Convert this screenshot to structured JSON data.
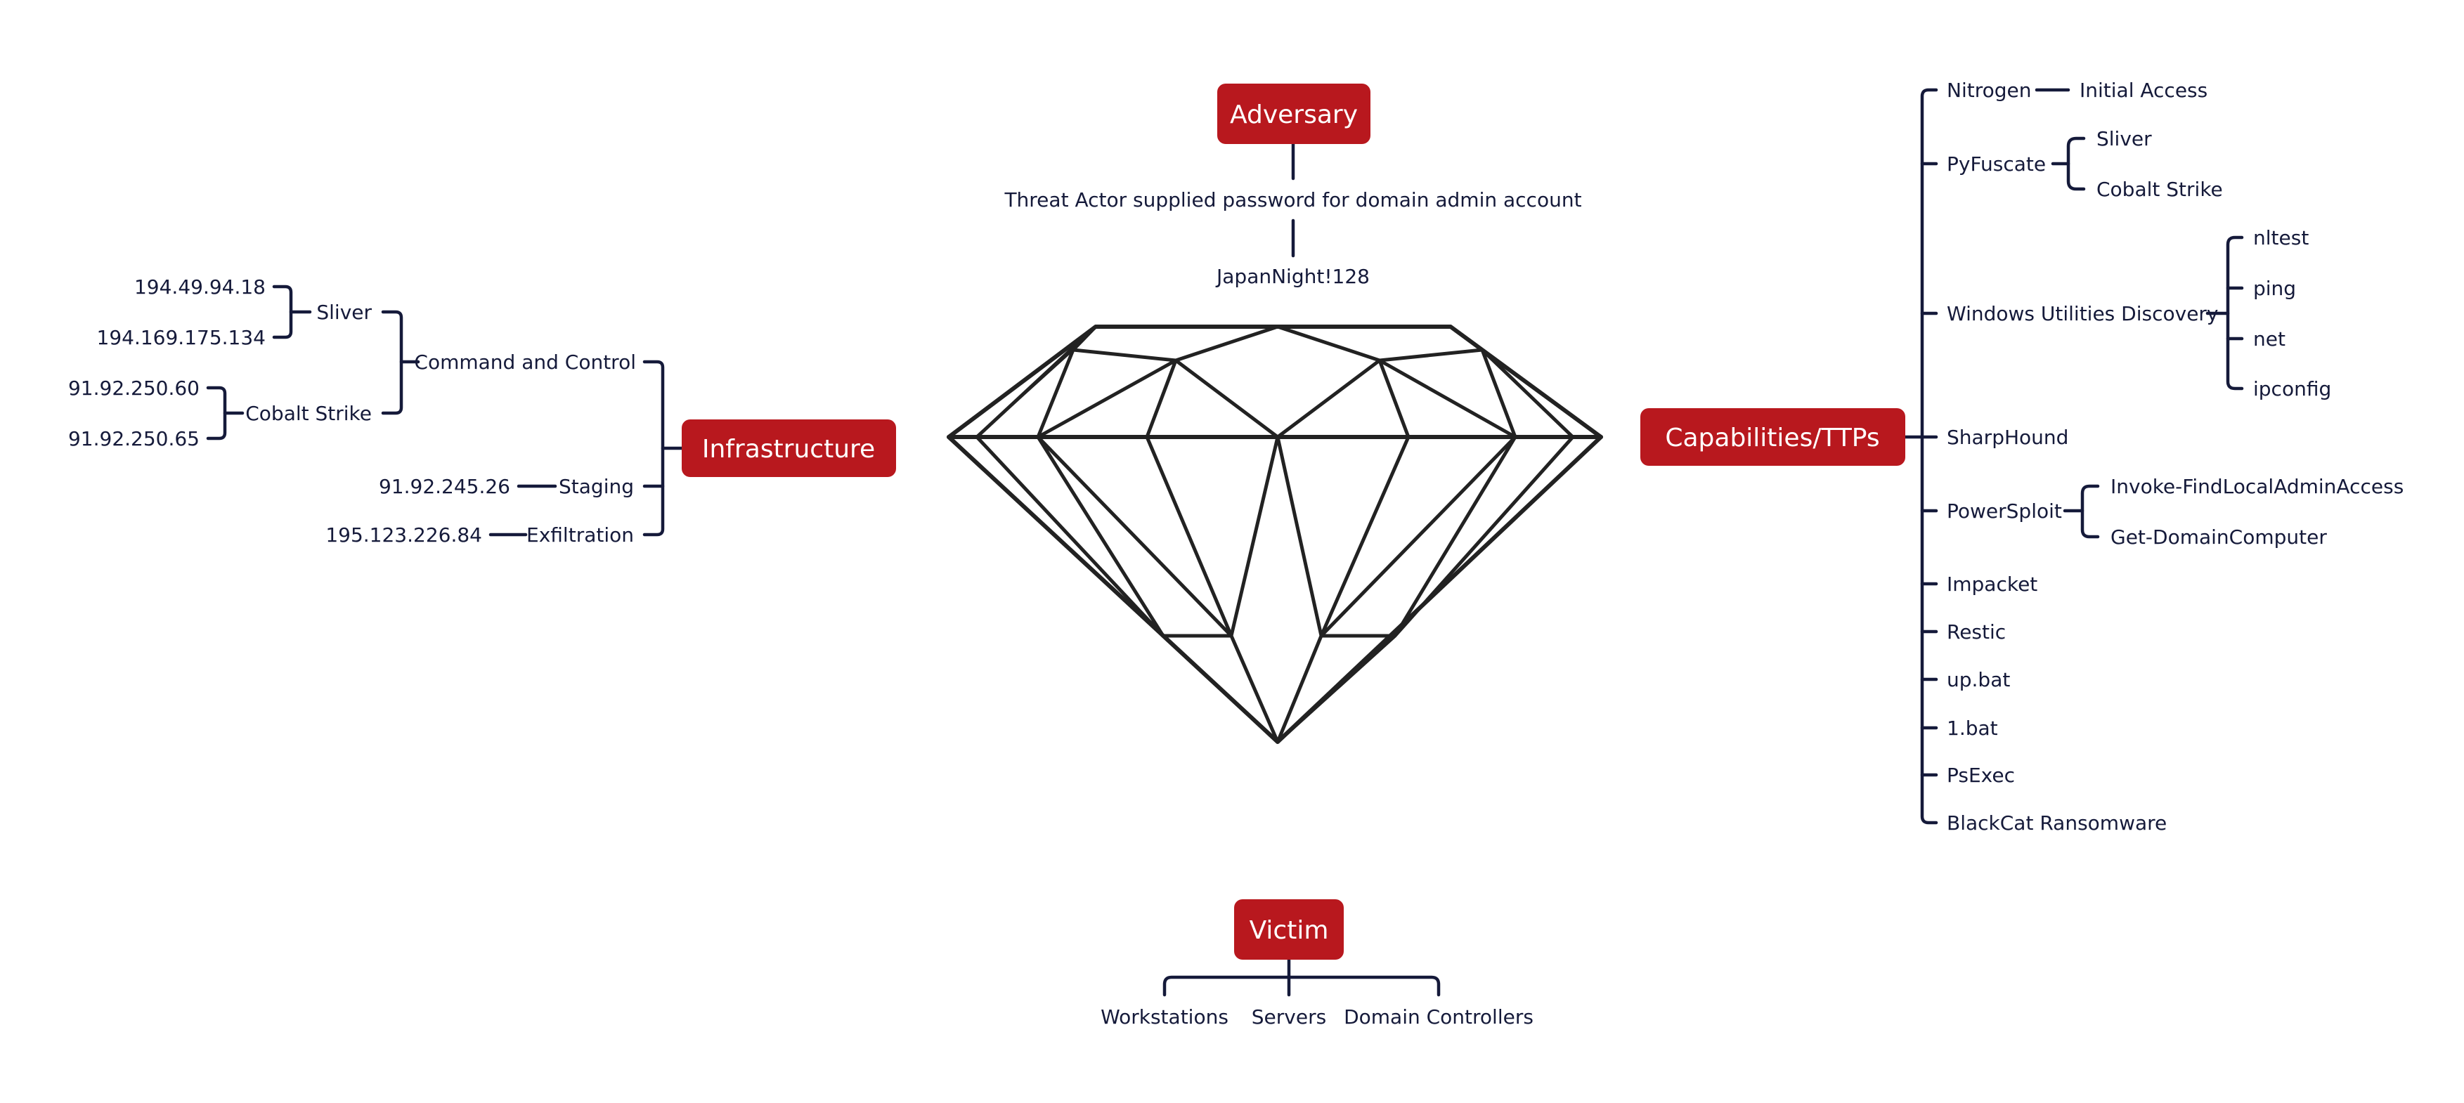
{
  "colors": {
    "accent": "#b8181e",
    "text": "#151a3a",
    "diamond_stroke": "#222222",
    "background": "#ffffff"
  },
  "adversary": {
    "label": "Adversary",
    "detail": "Threat Actor supplied password for domain admin account",
    "password": "JapanNight!128"
  },
  "infrastructure": {
    "label": "Infrastructure",
    "command_and_control": {
      "label": "Command and Control",
      "sliver": {
        "label": "Sliver",
        "ips": [
          "194.49.94.18",
          "194.169.175.134"
        ]
      },
      "cobalt_strike": {
        "label": "Cobalt Strike",
        "ips": [
          "91.92.250.60",
          "91.92.250.65"
        ]
      }
    },
    "staging": {
      "label": "Staging",
      "ip": "91.92.245.26"
    },
    "exfiltration": {
      "label": "Exfiltration",
      "ip": "195.123.226.84"
    }
  },
  "capabilities": {
    "label": "Capabilities/TTPs",
    "nitrogen": {
      "label": "Nitrogen",
      "child": "Initial Access"
    },
    "pyfuscate": {
      "label": "PyFuscate",
      "children": [
        "Sliver",
        "Cobalt Strike"
      ]
    },
    "windows_utilities": {
      "label": "Windows Utilities Discovery",
      "children": [
        "nltest",
        "ping",
        "net",
        "ipconfig"
      ]
    },
    "sharphound": "SharpHound",
    "powersploit": {
      "label": "PowerSploit",
      "children": [
        "Invoke-FindLocalAdminAccess",
        "Get-DomainComputer"
      ]
    },
    "tools": [
      "Impacket",
      "Restic",
      "up.bat",
      "1.bat",
      "PsExec",
      "BlackCat Ransomware"
    ]
  },
  "victim": {
    "label": "Victim",
    "children": [
      "Workstations",
      "Servers",
      "Domain Controllers"
    ]
  }
}
